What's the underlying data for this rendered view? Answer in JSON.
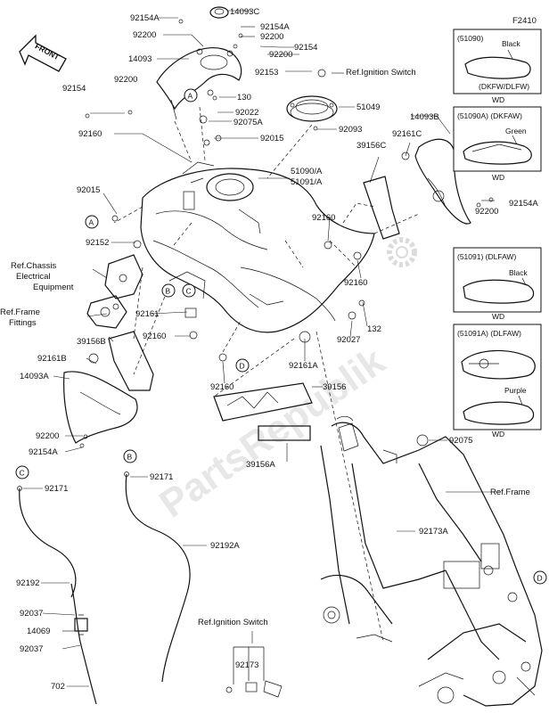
{
  "diagram_code": "F2410",
  "front_label": "FRONT",
  "watermark": "PartsRepublik",
  "callouts": {
    "A": "A",
    "B": "B",
    "C": "C",
    "D": "D"
  },
  "labels": {
    "p14093C": "14093C",
    "p92154A_1": "92154A",
    "p92200_1": "92200",
    "p92154A_2": "92154A",
    "p92200_2": "92200",
    "p92154_1": "92154",
    "p14093": "14093",
    "p92200_3": "92200",
    "p92153": "92153",
    "ref_ign_1": "Ref.Ignition Switch",
    "p92154_2": "92154",
    "p92200_4": "92200",
    "p130": "130",
    "p92022": "92022",
    "p51049": "51049",
    "p92075A": "92075A",
    "p92093": "92093",
    "p92160_1": "92160",
    "p92015_1": "92015",
    "p14093B": "14093B",
    "p92161C": "92161C",
    "p39156C": "39156C",
    "p51090A": "51090/A",
    "p51091A": "51091/A",
    "p92015_2": "92015",
    "p92200_5": "92200",
    "p92154A_3": "92154A",
    "p92160_2": "92160",
    "p92152": "92152",
    "ref_chassis": "Ref.Chassis",
    "ref_chassis2": "Electrical",
    "ref_chassis3": "Equipment",
    "p92160_3": "92160",
    "ref_frame_fit": "Ref.Frame",
    "ref_frame_fit2": "Fittings",
    "p92161": "92161",
    "p132": "132",
    "p92160_4": "92160",
    "p92027": "92027",
    "p39156B": "39156B",
    "p92161B": "92161B",
    "p92161A": "92161A",
    "p92160_5": "92160",
    "p39156": "39156",
    "p14093A": "14093A",
    "p92200_6": "92200",
    "p92154A_4": "92154A",
    "p39156A": "39156A",
    "p92075": "92075",
    "p92171_1": "92171",
    "p92171_2": "92171",
    "ref_frame": "Ref.Frame",
    "p92192A": "92192A",
    "p92173A": "92173A",
    "p92192": "92192",
    "ref_ign_2": "Ref.Ignition Switch",
    "p92037_1": "92037",
    "p14069": "14069",
    "p92173": "92173",
    "p92037_2": "92037",
    "p702": "702"
  },
  "variants": [
    {
      "code": "(51090)",
      "color": "Black",
      "note": "(DKFW/DLFW)",
      "wd": "WD"
    },
    {
      "code": "(51090A) (DKFAW)",
      "color": "Green",
      "note": "",
      "wd": "WD"
    },
    {
      "code": "(51091) (DLFAW)",
      "color": "Black",
      "note": "",
      "wd": "WD"
    },
    {
      "code": "(51091A) (DLFAW)",
      "color": "Purple",
      "note": "",
      "wd": "WD"
    }
  ]
}
